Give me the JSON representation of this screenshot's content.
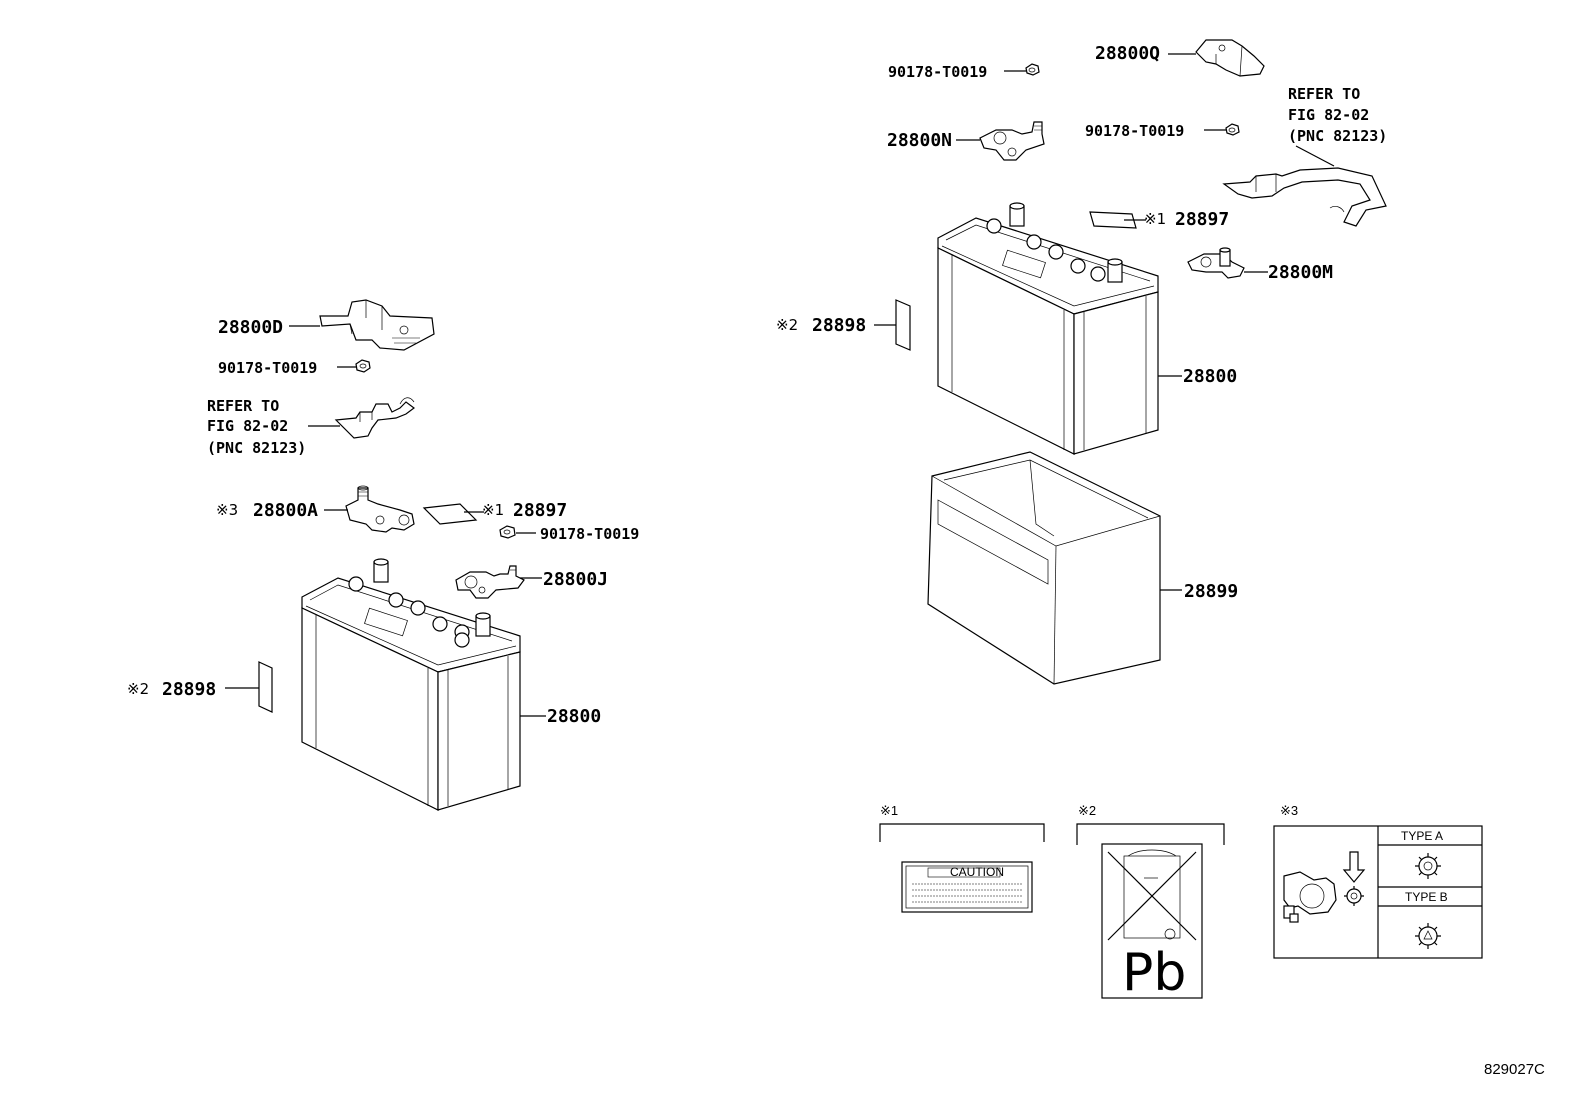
{
  "figure_id": "829027C",
  "left_group": {
    "part_28800D": "28800D",
    "nut_1": "90178-T0019",
    "refer_line1": "REFER TO",
    "refer_line2": "FIG 82-02",
    "refer_line3": "(PNC 82123)",
    "mark_3": "※3",
    "part_28800A": "28800A",
    "mark_1": "※1",
    "part_28897": "28897",
    "nut_2": "90178-T0019",
    "part_28800J": "28800J",
    "mark_2": "※2",
    "part_28898": "28898",
    "part_28800": "28800"
  },
  "right_group": {
    "nut_1": "90178-T0019",
    "part_28800Q": "28800Q",
    "part_28800N": "28800N",
    "nut_2": "90178-T0019",
    "refer_line1": "REFER TO",
    "refer_line2": "FIG 82-02",
    "refer_line3": "(PNC 82123)",
    "mark_1": "※1",
    "part_28897": "28897",
    "part_28800M": "28800M",
    "mark_2": "※2",
    "part_28898": "28898",
    "part_28800": "28800",
    "part_28899": "28899"
  },
  "legend": {
    "note_1": "※1",
    "note_2": "※2",
    "note_3": "※3",
    "caution_label": "CAUTION",
    "pb_label": "Pb",
    "type_a": "TYPE A",
    "type_b": "TYPE B"
  }
}
